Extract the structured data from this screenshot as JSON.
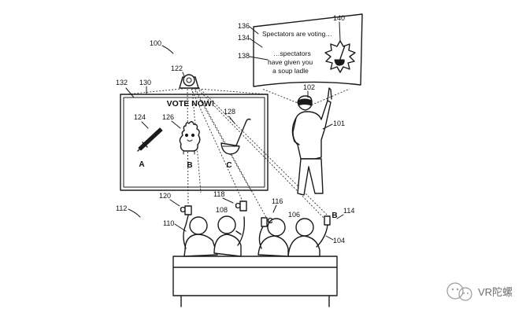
{
  "screen": {
    "title": "VOTE NOW!",
    "options": [
      {
        "letter": "A",
        "item": "sword"
      },
      {
        "letter": "B",
        "item": "creature"
      },
      {
        "letter": "C",
        "item": "soup ladle"
      }
    ]
  },
  "hmd_view": {
    "line1": "Spectators are voting…",
    "line2": "…spectators",
    "line3": "have given you",
    "line4": "a soup ladle"
  },
  "audience_votes": [
    "C",
    "C",
    "C",
    "B"
  ],
  "refs": {
    "r100": "100",
    "r101": "101",
    "r102": "102",
    "r104": "104",
    "r106": "106",
    "r108": "108",
    "r110": "110",
    "r112": "112",
    "r114": "114",
    "r116": "116",
    "r118": "118",
    "r120": "120",
    "r122": "122",
    "r124": "124",
    "r126": "126",
    "r128": "128",
    "r130": "130",
    "r132": "132",
    "r134": "134",
    "r136": "136",
    "r138": "138",
    "r140": "140"
  },
  "watermark": "VR陀螺"
}
